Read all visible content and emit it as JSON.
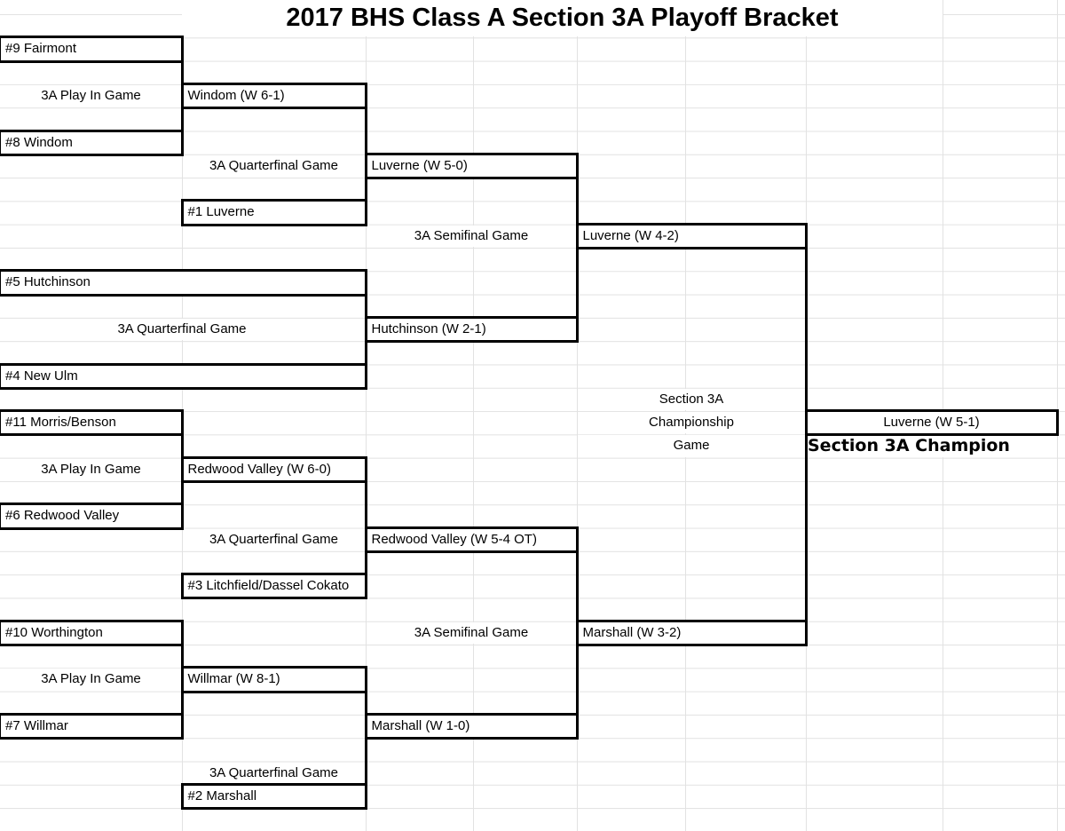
{
  "title": "2017 BHS Class A Section 3A Playoff Bracket",
  "bracket": {
    "seeds": {
      "fairmont": "#9 Fairmont",
      "windom": "#8 Windom",
      "luverne": "#1 Luverne",
      "hutchinson": "#5 Hutchinson",
      "new_ulm": "#4 New Ulm",
      "morris_benson": "#11 Morris/Benson",
      "redwood_valley": "#6 Redwood Valley",
      "litchfield_dassel_cokato": "#3 Litchfield/Dassel Cokato",
      "worthington": "#10 Worthington",
      "willmar": "#7 Willmar",
      "marshall": "#2 Marshall"
    },
    "winners": {
      "playin1": "Windom (W 6-1)",
      "playin2": "Redwood Valley (W 6-0)",
      "playin3": "Willmar (W 8-1)",
      "qf1": "Luverne (W 5-0)",
      "qf2": "Hutchinson (W 2-1)",
      "qf3": "Redwood Valley (W 5-4 OT)",
      "qf4": "Marshall (W 1-0)",
      "sf1": "Luverne (W 4-2)",
      "sf2": "Marshall (W 3-2)",
      "champion": "Luverne (W 5-1)"
    },
    "labels": {
      "playin": "3A Play In Game",
      "quarterfinal": "3A Quarterfinal Game",
      "semifinal": "3A Semifinal Game",
      "championship_line1": "Section 3A",
      "championship_line2": "Championship",
      "championship_line3": "Game",
      "champion_caption": "Section 3A Champion"
    }
  },
  "colors": {
    "background": "#ffffff",
    "gridline": "#e2e2e2",
    "bracket_border": "#000000",
    "text": "#000000"
  }
}
